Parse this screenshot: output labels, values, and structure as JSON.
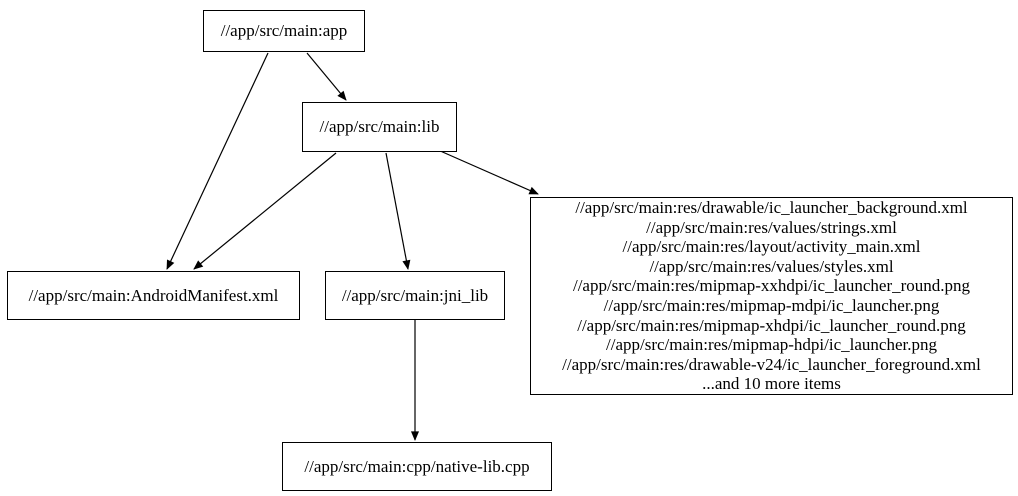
{
  "diagram": {
    "kind": "build-dependency-graph",
    "background_color": "#ffffff",
    "node_border_color": "#000000",
    "edge_color": "#000000"
  },
  "nodes": {
    "app": {
      "label": "//app/src/main:app"
    },
    "lib": {
      "label": "//app/src/main:lib"
    },
    "android_manifest": {
      "label": "//app/src/main:AndroidManifest.xml"
    },
    "jni_lib": {
      "label": "//app/src/main:jni_lib"
    },
    "res_group": {
      "lines": [
        "//app/src/main:res/drawable/ic_launcher_background.xml",
        "//app/src/main:res/values/strings.xml",
        "//app/src/main:res/layout/activity_main.xml",
        "//app/src/main:res/values/styles.xml",
        "//app/src/main:res/mipmap-xxhdpi/ic_launcher_round.png",
        "//app/src/main:res/mipmap-mdpi/ic_launcher.png",
        "//app/src/main:res/mipmap-xhdpi/ic_launcher_round.png",
        "//app/src/main:res/mipmap-hdpi/ic_launcher.png",
        "//app/src/main:res/drawable-v24/ic_launcher_foreground.xml",
        "...and 10 more items"
      ]
    },
    "native_lib_cpp": {
      "label": "//app/src/main:cpp/native-lib.cpp"
    }
  },
  "edges": [
    {
      "from": "app",
      "to": "lib"
    },
    {
      "from": "app",
      "to": "android_manifest"
    },
    {
      "from": "lib",
      "to": "android_manifest"
    },
    {
      "from": "lib",
      "to": "jni_lib"
    },
    {
      "from": "lib",
      "to": "res_group"
    },
    {
      "from": "jni_lib",
      "to": "native_lib_cpp"
    }
  ]
}
